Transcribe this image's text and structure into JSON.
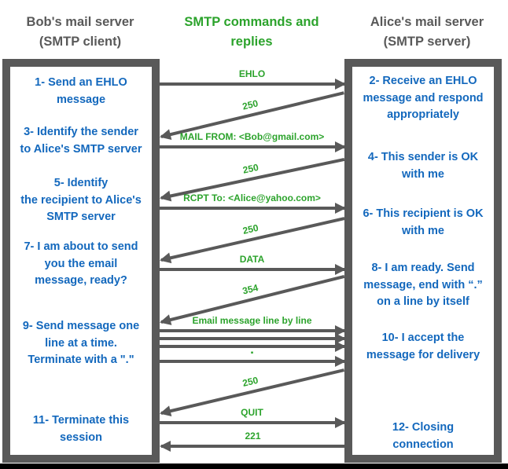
{
  "headers": {
    "client": "Bob's mail server\n(SMTP client)",
    "middle": "SMTP commands and\nreplies",
    "server": "Alice's mail server\n(SMTP server)"
  },
  "client_steps": [
    "1- Send an EHLO\nmessage",
    "3- Identify the sender\nto Alice's SMTP server",
    "5- Identify\nthe recipient to Alice's\nSMTP server",
    "7- I am about to send\nyou the email\nmessage, ready?",
    "9- Send message one\nline at a time.\nTerminate with a \".\"",
    "11- Terminate this\nsession"
  ],
  "server_steps": [
    "2- Receive an EHLO\nmessage and respond\nappropriately",
    "4- This sender is OK\nwith me",
    "6- This recipient is OK\nwith me",
    "8-  I am ready. Send\nmessage, end with “.”\non a line by itself",
    "10-  I accept the\nmessage for delivery",
    "12-  Closing\nconnection"
  ],
  "arrows": [
    {
      "label": "EHLO",
      "from": "client",
      "to": "server"
    },
    {
      "label": "250",
      "from": "server",
      "to": "client"
    },
    {
      "label": "MAIL FROM: <Bob@gmail.com>",
      "from": "client",
      "to": "server"
    },
    {
      "label": "250",
      "from": "server",
      "to": "client"
    },
    {
      "label": "RCPT To: <Alice@yahoo.com>",
      "from": "client",
      "to": "server"
    },
    {
      "label": "250",
      "from": "server",
      "to": "client"
    },
    {
      "label": "DATA",
      "from": "client",
      "to": "server"
    },
    {
      "label": "354",
      "from": "server",
      "to": "client"
    },
    {
      "label": "Email message line by line",
      "from": "client",
      "to": "server"
    },
    {
      "label": "",
      "from": "client",
      "to": "server"
    },
    {
      "label": "",
      "from": "client",
      "to": "server"
    },
    {
      "label": "▪",
      "from": "client",
      "to": "server"
    },
    {
      "label": "250",
      "from": "server",
      "to": "client"
    },
    {
      "label": "QUIT",
      "from": "client",
      "to": "server"
    },
    {
      "label": "221",
      "from": "server",
      "to": "client"
    }
  ],
  "colors": {
    "box_border_gray": "#595959",
    "arrow_gray": "#595959",
    "command_green": "#2ca32c",
    "step_blue": "#1368bd",
    "bottom_bar_black": "#000000"
  }
}
